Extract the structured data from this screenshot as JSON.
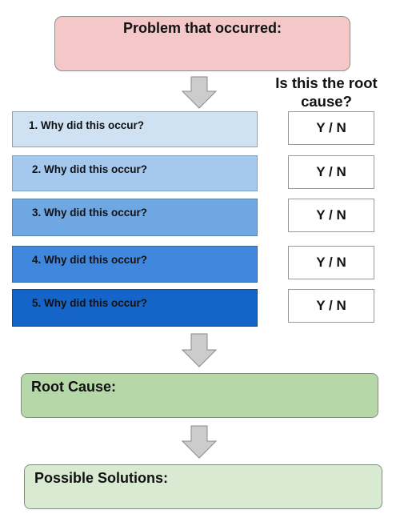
{
  "problem": {
    "label": "Problem that occurred:"
  },
  "root_question": {
    "line1": "Is this the root",
    "line2": "cause?"
  },
  "whys": [
    {
      "label": "1. Why did this occur?",
      "answer": "Y / N",
      "color": "#cfe2f3"
    },
    {
      "label": "2. Why did this occur?",
      "answer": "Y / N",
      "color": "#a4c8ee"
    },
    {
      "label": "3. Why did this occur?",
      "answer": "Y / N",
      "color": "#6fa7e3"
    },
    {
      "label": "4. Why did this occur?",
      "answer": "Y / N",
      "color": "#3f88de"
    },
    {
      "label": "5. Why did this occur?",
      "answer": "Y / N",
      "color": "#1565c9"
    }
  ],
  "root_cause": {
    "label": "Root Cause:"
  },
  "solutions": {
    "label": "Possible Solutions:"
  },
  "colors": {
    "problem_fill": "#f4c7c8",
    "root_cause_fill": "#b6d7a8",
    "solutions_fill": "#d9ead3",
    "arrow_fill": "#cccccc"
  }
}
